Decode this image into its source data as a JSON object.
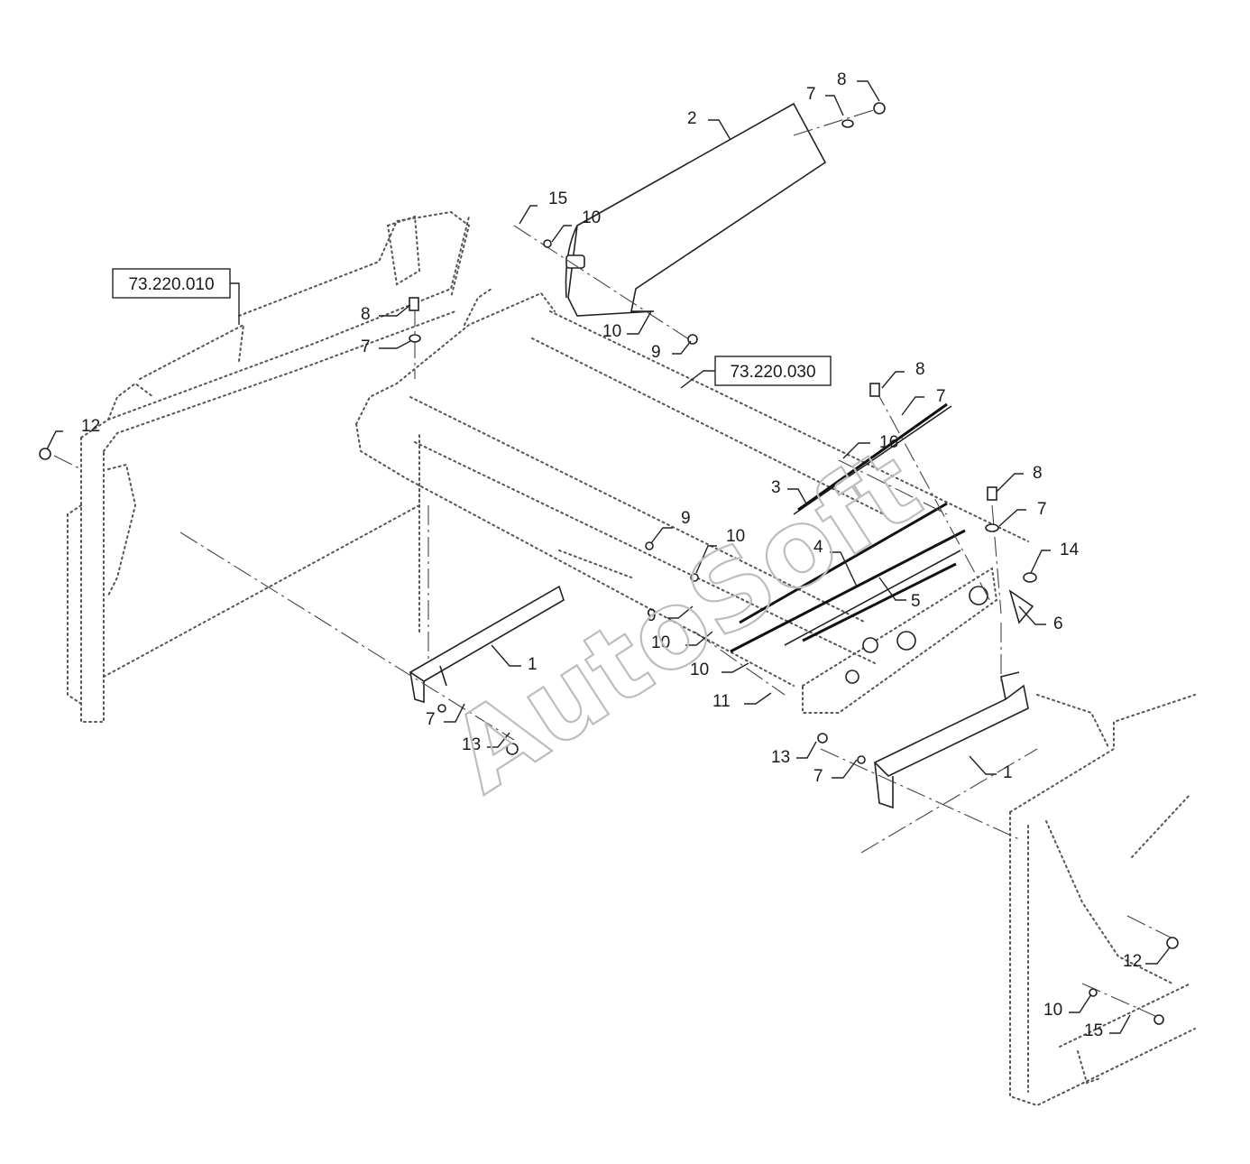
{
  "references": [
    "73.220.010",
    "73.220.030"
  ],
  "watermark": "AutoSoft",
  "callouts": [
    "8",
    "7",
    "2",
    "15",
    "10",
    "10",
    "9",
    "8",
    "7",
    "12",
    "8",
    "7",
    "16",
    "3",
    "8",
    "7",
    "14",
    "9",
    "10",
    "4",
    "5",
    "6",
    "1",
    "9",
    "10",
    "10",
    "11",
    "7",
    "13",
    "13",
    "7",
    "1",
    "12",
    "10",
    "15"
  ]
}
